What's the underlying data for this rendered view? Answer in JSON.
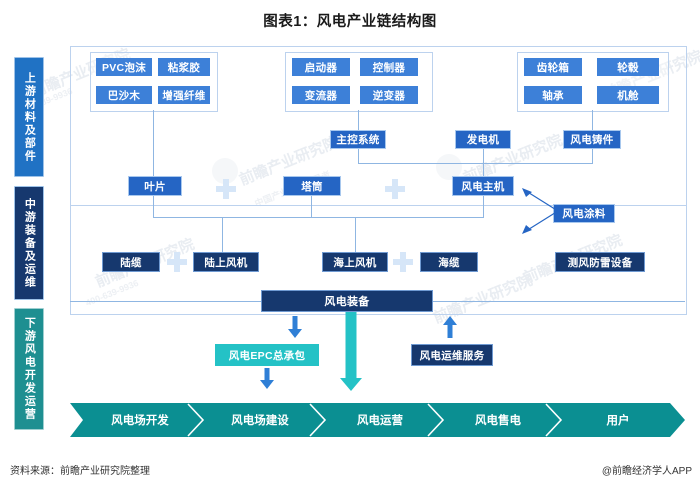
{
  "title": "图表1：风电产业链结构图",
  "stages": [
    {
      "id": "upstream",
      "label": "上游材料及部件",
      "color": "#2072c4"
    },
    {
      "id": "midstream",
      "label": "中游装备及运维",
      "color": "#16386e"
    },
    {
      "id": "downstream",
      "label": "下游风电开发运营",
      "color": "#1e8f91"
    }
  ],
  "upstream": {
    "groups": [
      {
        "id": "materials",
        "items": [
          "PVC泡沫",
          "粘浆胶",
          "巴沙木",
          "增强纤维"
        ]
      },
      {
        "id": "electrical",
        "items": [
          "启动器",
          "控制器",
          "变流器",
          "逆变器"
        ]
      },
      {
        "id": "mechanical",
        "items": [
          "齿轮箱",
          "轮毂",
          "轴承",
          "机舱"
        ]
      }
    ],
    "subassemblies": [
      "主控系统",
      "发电机",
      "风电铸件"
    ],
    "assemblies": [
      "叶片",
      "塔筒",
      "风电主机"
    ],
    "coating": "风电涂料"
  },
  "midstream": {
    "onshore": [
      "陆缆",
      "陆上风机"
    ],
    "offshore": [
      "海上风机",
      "海缆"
    ],
    "extra": "测风防雷设备",
    "equipment_bar": "风电装备",
    "epc": "风电EPC总承包",
    "om": "风电运维服务"
  },
  "downstream": {
    "chain": [
      "风电场开发",
      "风电场建设",
      "风电运营",
      "风电售电",
      "用户"
    ]
  },
  "footer": {
    "source": "资料来源：前瞻产业研究院整理",
    "app": "@前瞻经济学人APP"
  },
  "watermarks": {
    "brand": "前瞻产业研究院",
    "tagline": "中国产业咨询领导者",
    "phone": "400-639-9936"
  },
  "colors": {
    "light_blue": "#3d80d8",
    "mid_blue": "#2565c4",
    "navy": "#16386e",
    "teal": "#24c2c6",
    "chevron_teal": "#0b8f92",
    "frame": "#bcd2ee",
    "connector": "#8fb6e2"
  }
}
